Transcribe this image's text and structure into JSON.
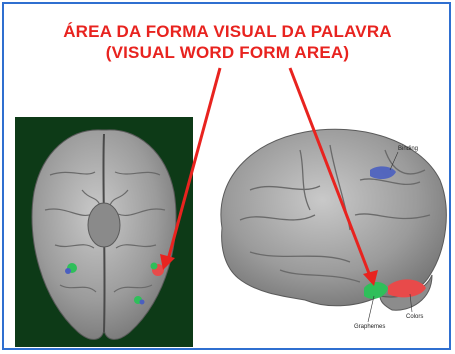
{
  "headline": {
    "line1": "ÁREA DA FORMA VISUAL DA PALAVRA",
    "line2": "(VISUAL WORD FORM AREA)"
  },
  "labels": {
    "binding": "Binding",
    "graphemes": "Graphemes",
    "colors": "Colors"
  },
  "colors": {
    "title": "#e8231f",
    "frame": "#2f6fd0",
    "panel": "#0d3a17",
    "brain": "#9b9b9b",
    "binding_region": "#4a5fc0",
    "graphemes_region": "#2fbf5a",
    "colors_region": "#e84a4a"
  }
}
